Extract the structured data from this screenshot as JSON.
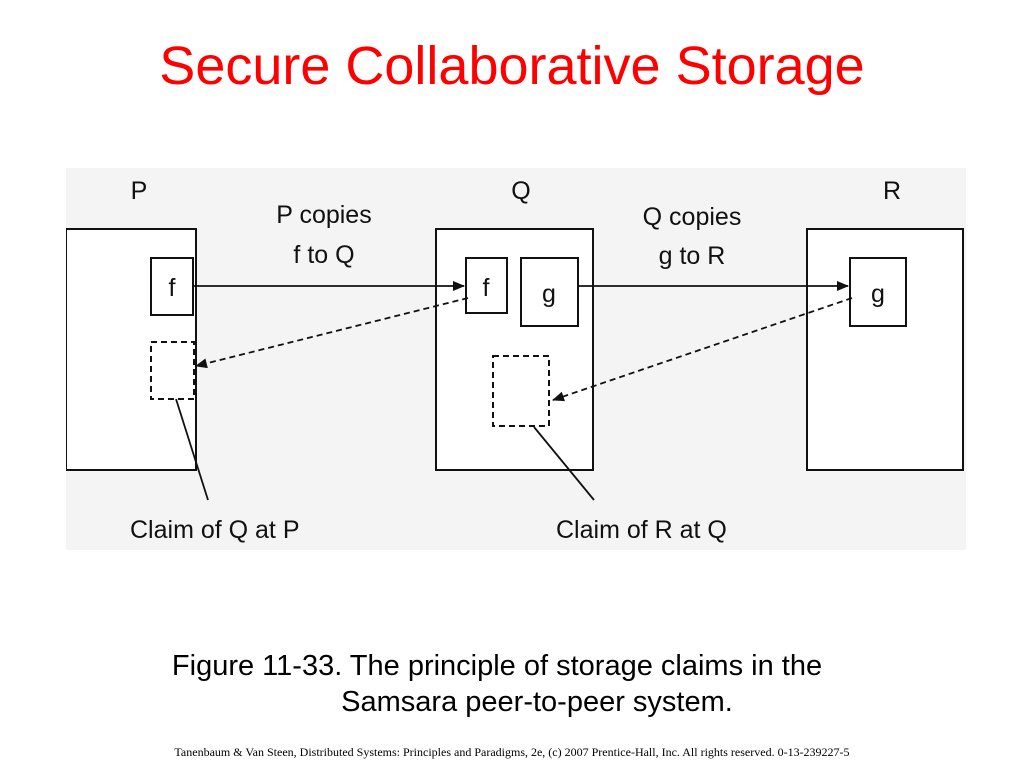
{
  "slide": {
    "title": "Secure Collaborative Storage",
    "title_color": "#ff0000"
  },
  "diagram": {
    "nodes": {
      "p": {
        "label": "P",
        "file": "f"
      },
      "q": {
        "label": "Q",
        "file_f": "f",
        "file_g": "g"
      },
      "r": {
        "label": "R",
        "file": "g"
      }
    },
    "edges": {
      "p_to_q": {
        "line1": "P copies",
        "line2": "f to Q"
      },
      "q_to_r": {
        "line1": "Q copies",
        "line2": "g to R"
      }
    },
    "claims": {
      "q_at_p": "Claim of Q at P",
      "r_at_q": "Claim of R at Q"
    }
  },
  "caption": {
    "line1": "Figure 11-33. The principle of storage claims in the",
    "line2": "Samsara peer-to-peer system."
  },
  "footer": {
    "text": "Tanenbaum & Van Steen, Distributed Systems: Principles and Paradigms, 2e, (c) 2007 Prentice-Hall, Inc. All rights reserved. 0-13-239227-5"
  }
}
